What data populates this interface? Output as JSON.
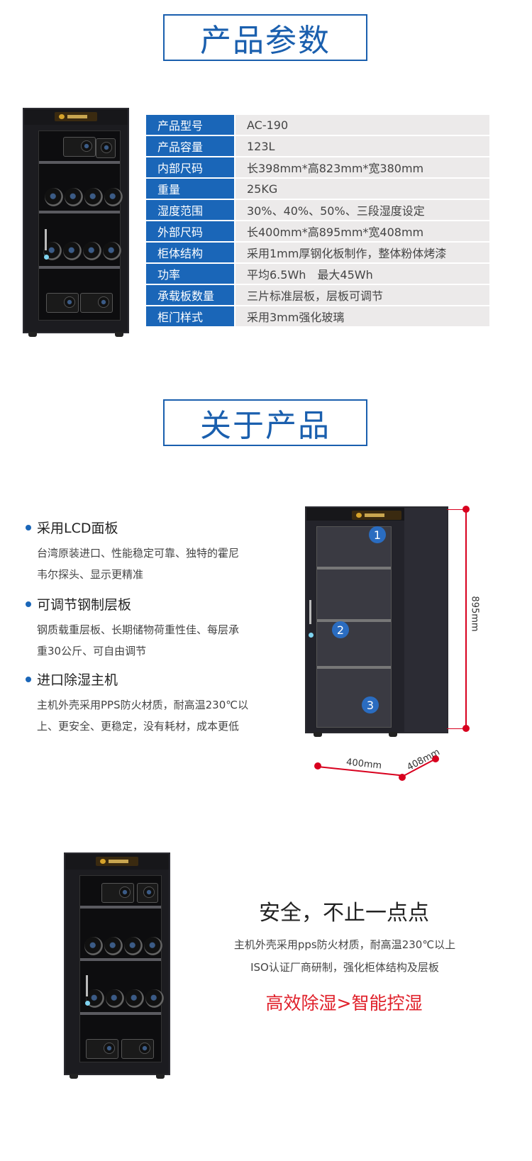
{
  "section_titles": {
    "params": "产品参数",
    "about": "关于产品"
  },
  "spec_table": [
    {
      "key": "产品型号",
      "value": "AC-190"
    },
    {
      "key": "产品容量",
      "value": "123L"
    },
    {
      "key": "内部尺码",
      "value": "长398mm*高823mm*宽380mm"
    },
    {
      "key": "重量",
      "value": "25KG"
    },
    {
      "key": "湿度范围",
      "value": "30%、40%、50%、三段湿度设定"
    },
    {
      "key": "外部尺码",
      "value": "长400mm*高895mm*宽408mm"
    },
    {
      "key": "柜体结构",
      "value": "采用1mm厚钢化板制作，整体粉体烤漆"
    },
    {
      "key": "功率",
      "value": "平均6.5Wh　最大45Wh"
    },
    {
      "key": "承载板数量",
      "value": "三片标准层板，层板可调节"
    },
    {
      "key": "柜门样式",
      "value": "采用3mm强化玻璃"
    }
  ],
  "features": [
    {
      "title": "采用LCD面板",
      "desc": [
        "台湾原装进口、性能稳定可靠、独特的霍尼",
        "韦尔探头、显示更精准"
      ]
    },
    {
      "title": "可调节钢制层板",
      "desc": [
        "钢质载重层板、长期储物荷重性佳、每层承",
        "重30公斤、可自由调节"
      ]
    },
    {
      "title": "进口除湿主机",
      "desc": [
        "主机外壳采用PPS防火材质，耐高温230℃以",
        "上、更安全、更稳定，没有耗材，成本更低"
      ]
    }
  ],
  "diagram": {
    "height_label": "895mm",
    "width_label": "400mm",
    "depth_label": "408mm",
    "markers": [
      "1",
      "2",
      "3"
    ]
  },
  "safety": {
    "title": "安全，不止一点点",
    "lines": [
      "主机外壳采用pps防火材质，耐高温230℃以上",
      "ISO认证厂商研制，强化柜体结构及层板"
    ],
    "accent": "高效除湿>智能控湿",
    "accent_color": "#e0202a"
  },
  "colors": {
    "brand_blue": "#1a66b8",
    "title_blue": "#1a5fae",
    "dimension_red": "#d8001e"
  }
}
